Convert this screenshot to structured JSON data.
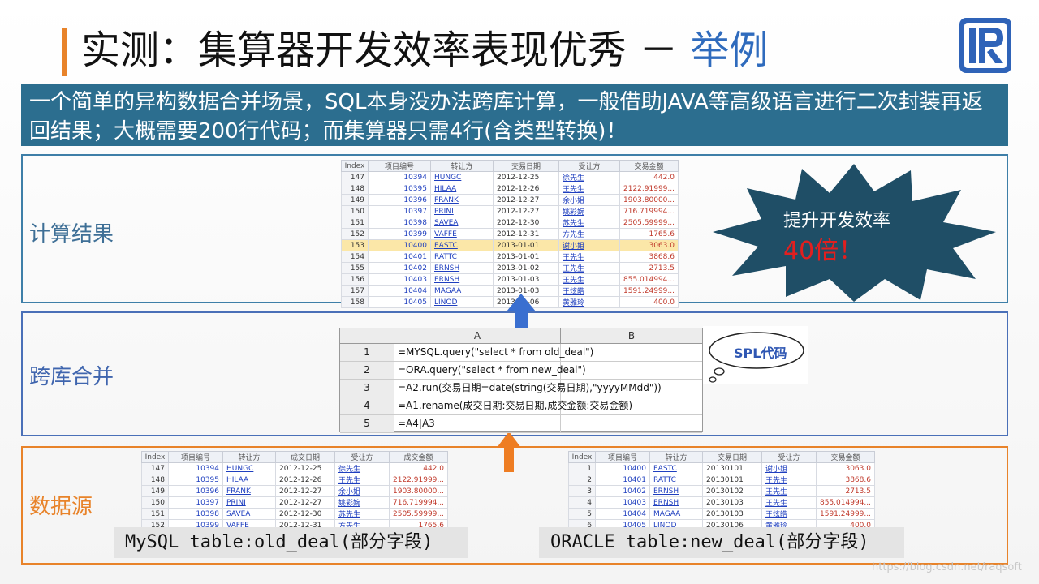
{
  "title": {
    "main": "实测：集算器开发效率表现优秀 － ",
    "example": "举例"
  },
  "banner": {
    "text": "一个简单的异构数据合并场景，SQL本身没办法跨库计算，一般借助JAVA等高级语言进行二次封装再返回结果；大概需要200行代码；而集算器只需4行(含类型转换)！"
  },
  "panels": {
    "result_label": "计算结果",
    "merge_label": "跨库合并",
    "source_label": "数据源"
  },
  "result_table": {
    "headers": [
      "Index",
      "项目编号",
      "转让方",
      "交易日期",
      "受让方",
      "交易金额"
    ],
    "rows": [
      [
        "147",
        "10394",
        "HUNGC",
        "2012-12-25",
        "徐先生",
        "442.0"
      ],
      [
        "148",
        "10395",
        "HILAA",
        "2012-12-26",
        "王先生",
        "2122.91999..."
      ],
      [
        "149",
        "10396",
        "FRANK",
        "2012-12-27",
        "余小姐",
        "1903.80000..."
      ],
      [
        "150",
        "10397",
        "PRINI",
        "2012-12-27",
        "姚彩婉",
        "716.719994..."
      ],
      [
        "151",
        "10398",
        "SAVEA",
        "2012-12-30",
        "苏先生",
        "2505.59999..."
      ],
      [
        "152",
        "10399",
        "VAFFE",
        "2012-12-31",
        "方先生",
        "1765.6"
      ],
      [
        "153",
        "10400",
        "EASTC",
        "2013-01-01",
        "谢小姐",
        "3063.0"
      ],
      [
        "154",
        "10401",
        "RATTC",
        "2013-01-01",
        "王先生",
        "3868.6"
      ],
      [
        "155",
        "10402",
        "ERNSH",
        "2013-01-02",
        "王先生",
        "2713.5"
      ],
      [
        "156",
        "10403",
        "ERNSH",
        "2013-01-03",
        "王先生",
        "855.014994..."
      ],
      [
        "157",
        "10404",
        "MAGAA",
        "2013-01-03",
        "王炫皓",
        "1591.24999..."
      ],
      [
        "158",
        "10405",
        "LINOD",
        "2013-01-06",
        "黄雅玲",
        "400.0"
      ]
    ],
    "highlight_row": 6
  },
  "burst": {
    "line1": "提升开发效率",
    "line2": "40倍！"
  },
  "cloud": {
    "text": "SPL代码"
  },
  "code_grid": {
    "col_a": "A",
    "col_b": "B",
    "rows": [
      {
        "num": "1",
        "a": "=MYSQL.query(\"select * from old_deal\")"
      },
      {
        "num": "2",
        "a": "=ORA.query(\"select * from new_deal\")"
      },
      {
        "num": "3",
        "a": "=A2.run(交易日期=date(string(交易日期),\"yyyyMMdd\"))"
      },
      {
        "num": "4",
        "a": "=A1.rename(成交日期:交易日期,成交金额:交易金额)"
      },
      {
        "num": "5",
        "a": "=A4|A3"
      }
    ]
  },
  "mysql_table": {
    "headers": [
      "Index",
      "项目编号",
      "转让方",
      "成交日期",
      "受让方",
      "成交金额"
    ],
    "rows": [
      [
        "147",
        "10394",
        "HUNGC",
        "2012-12-25",
        "徐先生",
        "442.0"
      ],
      [
        "148",
        "10395",
        "HILAA",
        "2012-12-26",
        "王先生",
        "2122.91999..."
      ],
      [
        "149",
        "10396",
        "FRANK",
        "2012-12-27",
        "余小姐",
        "1903.80000..."
      ],
      [
        "150",
        "10397",
        "PRINI",
        "2012-12-27",
        "姚彩婉",
        "716.719994..."
      ],
      [
        "151",
        "10398",
        "SAVEA",
        "2012-12-30",
        "苏先生",
        "2505.59999..."
      ],
      [
        "152",
        "10399",
        "VAFFE",
        "2012-12-31",
        "方先生",
        "1765.6"
      ]
    ]
  },
  "oracle_table": {
    "headers": [
      "Index",
      "项目编号",
      "转让方",
      "交易日期",
      "受让方",
      "交易金额"
    ],
    "rows": [
      [
        "1",
        "10400",
        "EASTC",
        "20130101",
        "谢小姐",
        "3063.0"
      ],
      [
        "2",
        "10401",
        "RATTC",
        "20130101",
        "王先生",
        "3868.6"
      ],
      [
        "3",
        "10402",
        "ERNSH",
        "20130102",
        "王先生",
        "2713.5"
      ],
      [
        "4",
        "10403",
        "ERNSH",
        "20130103",
        "王先生",
        "855.014994..."
      ],
      [
        "5",
        "10404",
        "MAGAA",
        "20130103",
        "王炫皓",
        "1591.24999..."
      ],
      [
        "6",
        "10405",
        "LINOD",
        "20130106",
        "黄雅玲",
        "400.0"
      ]
    ]
  },
  "captions": {
    "mysql": "MySQL table:old_deal(部分字段)",
    "oracle": "ORACLE table:new_deal(部分字段)"
  },
  "watermark": "https://blog.csdn.net/raqsoft",
  "colors": {
    "accent_orange": "#e8832a",
    "banner_teal": "#2c6e8f",
    "title_blue": "#2f6bbd",
    "burst_fill": "#1f4e66",
    "burst_red": "#e21f1f"
  }
}
